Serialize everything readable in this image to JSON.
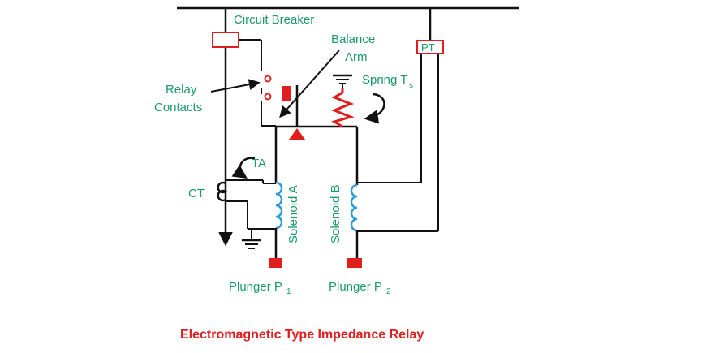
{
  "labels": {
    "circuit_breaker": "Circuit Breaker",
    "balance_arm_line1": "Balance",
    "balance_arm_line2": "Arm",
    "pt": "PT",
    "relay_contacts_line1": "Relay",
    "relay_contacts_line2": "Contacts",
    "spring": "Spring T",
    "spring_sub": "s",
    "ta": "TA",
    "ct": "CT",
    "solenoid_a": "Solenoid A",
    "solenoid_b": "Solenoid B",
    "plunger_p1": "Plunger P",
    "plunger_p1_sub": "1",
    "plunger_p2": "Plunger P",
    "plunger_p2_sub": "2"
  },
  "caption": "Electromagnetic Type Impedance Relay",
  "colors": {
    "label": "#1a9a6a",
    "caption": "#e01e1e",
    "accent": "#e01e1e",
    "coil": "#2a9ad8",
    "wire": "#111111"
  }
}
